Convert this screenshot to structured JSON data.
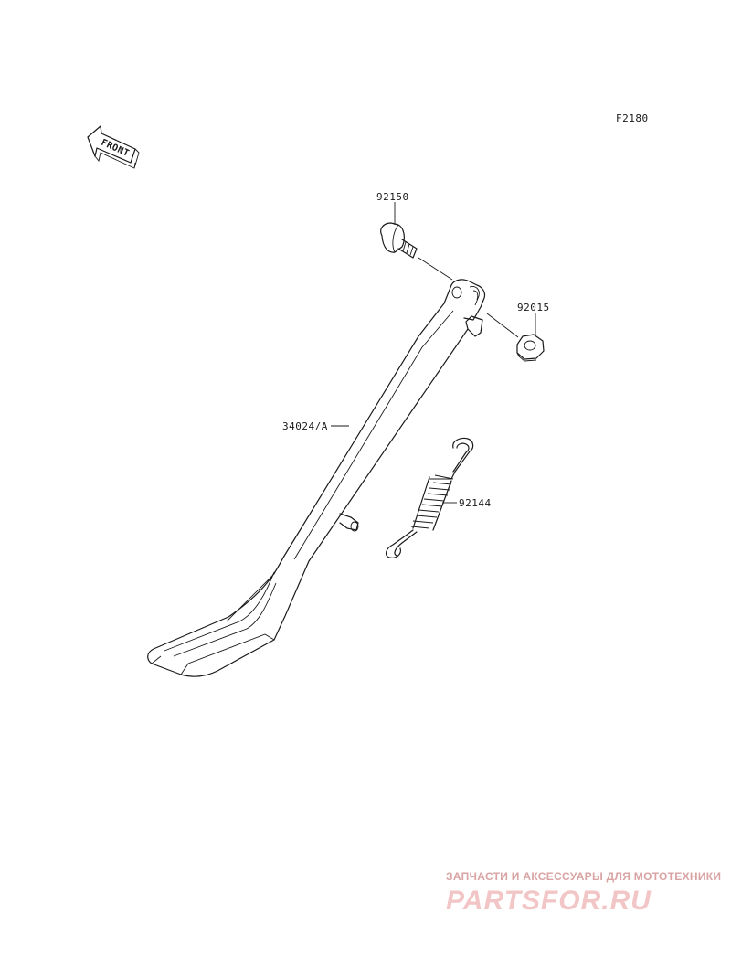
{
  "figure_code": "F2180",
  "front_label": "FRONT",
  "parts": [
    {
      "number": "92150"
    },
    {
      "number": "92015"
    },
    {
      "number": "34024/A"
    },
    {
      "number": "92144"
    }
  ],
  "watermark": {
    "tagline": "ЗАПЧАСТИ И АКСЕССУАРЫ ДЛЯ МОТОТЕХНИКИ",
    "logo_text": "PARTSFOR.RU",
    "color": "#e8a0a0"
  }
}
